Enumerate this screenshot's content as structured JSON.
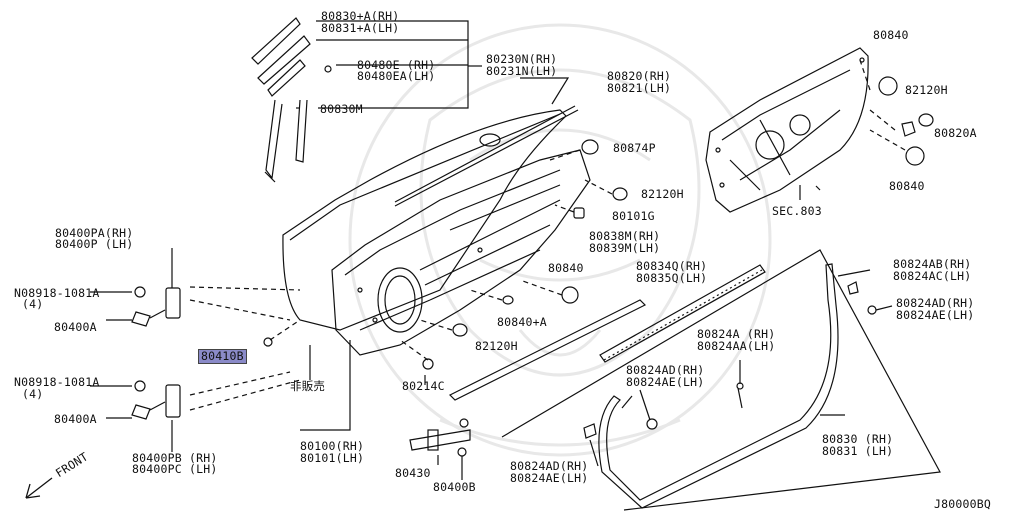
{
  "labels": {
    "p80830A": "80830+A(RH)",
    "p80831A": "80831+A(LH)",
    "p80230N": "80230N(RH)",
    "p80231N": "80231N(LH)",
    "p80480E": "80480E (RH)",
    "p80480EA": "80480EA(LH)",
    "p80830M": "80830M",
    "p80820": "80820(RH)",
    "p80821": "80821(LH)",
    "p80840_top": "80840",
    "p82120H_right": "82120H",
    "p80820A": "80820A",
    "p80840_right": "80840",
    "sec803": "SEC.803",
    "p80874P": "80874P",
    "p82120H_mid": "82120H",
    "p80101G": "80101G",
    "p80838M": "80838M(RH)",
    "p80839M": "80839M(LH)",
    "p80834Q": "80834Q(RH)",
    "p80835Q": "80835Q(LH)",
    "p80840_mid": "80840",
    "p80840A": "80840+A",
    "p82120H_low": "82120H",
    "p80400PA": "80400PA(RH)",
    "p80400P": "80400P (LH)",
    "n08918_top": "N08918-1081A",
    "n08918_top_qty": "(4)",
    "p80400A_top": "80400A",
    "p80410B": "80410B",
    "n08918_bot": "N08918-1081A",
    "n08918_bot_qty": "(4)",
    "p80400A_bot": "80400A",
    "p80400PB": "80400PB (RH)",
    "p80400PC": "80400PC (LH)",
    "hibaihin": "非販売",
    "p80214C": "80214C",
    "p80100": "80100(RH)",
    "p80101": "80101(LH)",
    "p80430": "80430",
    "p80400B": "80400B",
    "p80824AB": "80824AB(RH)",
    "p80824AC": "80824AC(LH)",
    "p80824AD_r": "80824AD(RH)",
    "p80824AE_r": "80824AE(LH)",
    "p80824A": "80824A (RH)",
    "p80824AA": "80824AA(LH)",
    "p80824AD_m": "80824AD(RH)",
    "p80824AE_m": "80824AE(LH)",
    "p80824AD_l": "80824AD(RH)",
    "p80824AE_l": "80824AE(LH)",
    "p80830": "80830 (RH)",
    "p80831": "80831 (LH)",
    "front": "FRONT",
    "diagram_code": "J80000BQ"
  },
  "colors": {
    "highlight": "#8a8ac8",
    "ink": "#111111",
    "watermark": "#e6e6e6"
  }
}
